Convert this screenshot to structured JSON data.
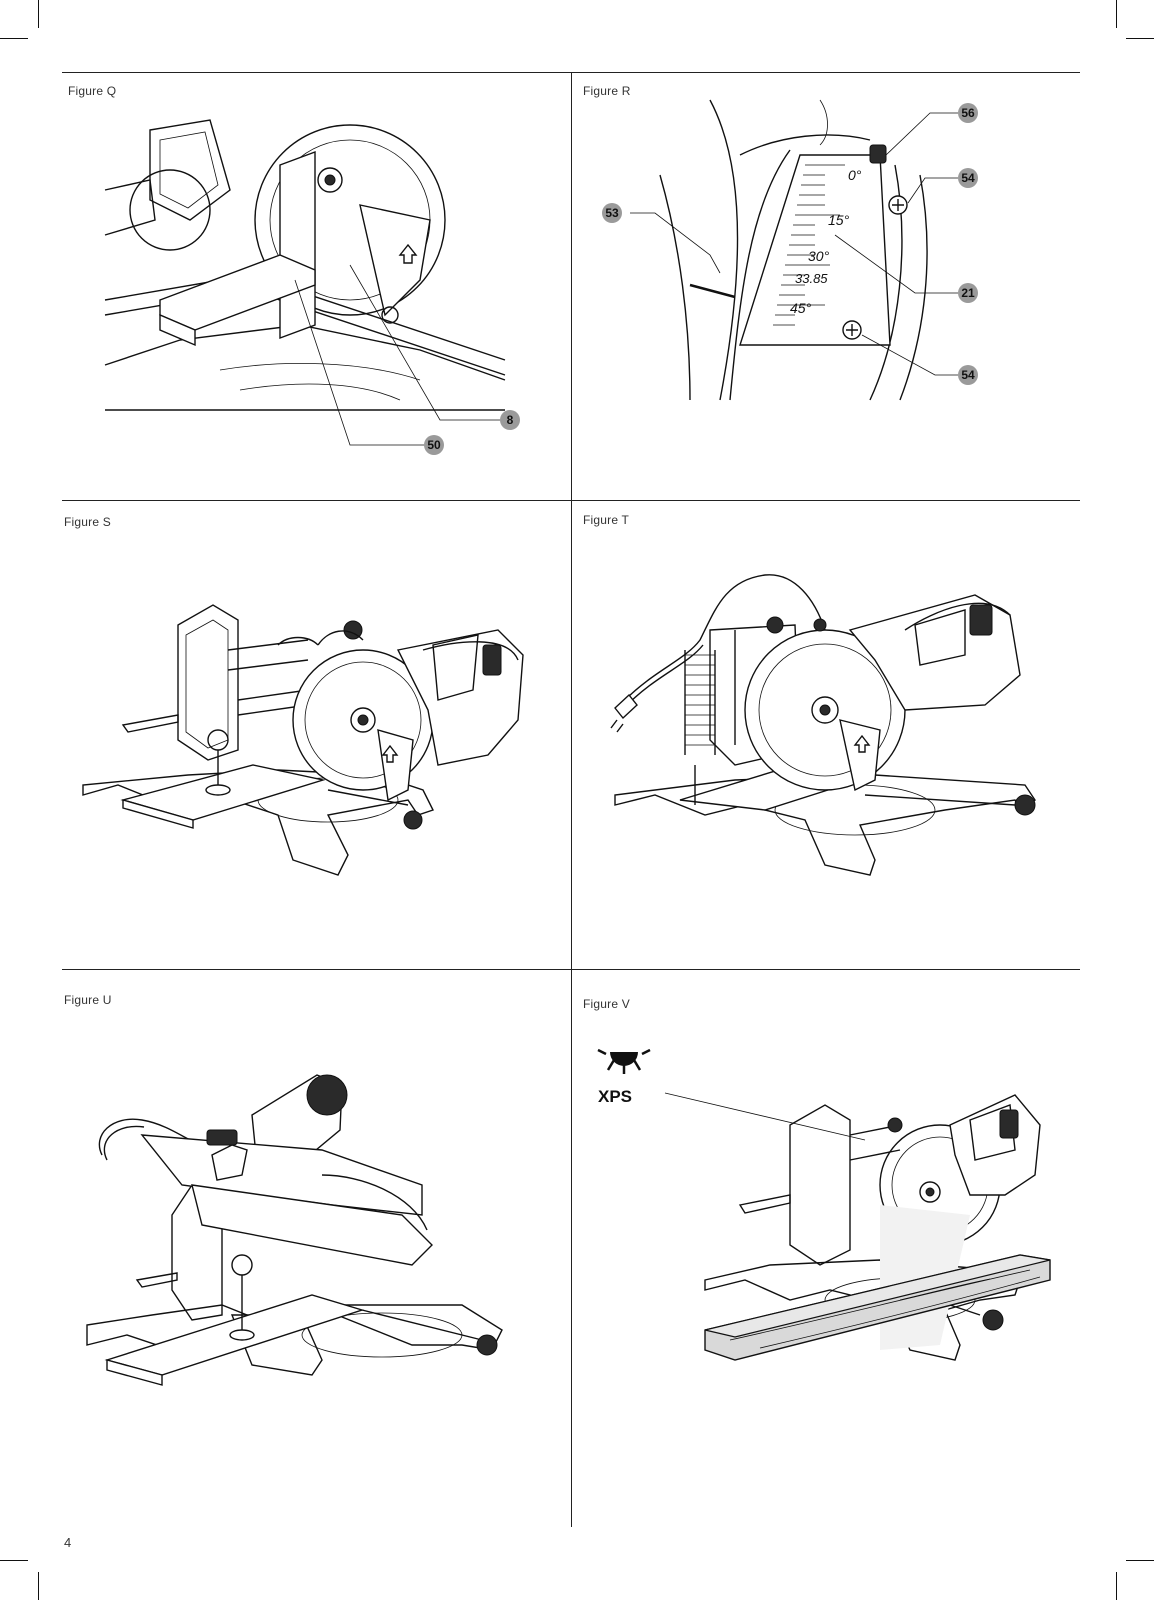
{
  "page_number": "4",
  "figures": {
    "q": {
      "caption": "Figure Q",
      "callouts": [
        "8",
        "50"
      ]
    },
    "r": {
      "caption": "Figure R",
      "callouts": [
        "56",
        "54",
        "53",
        "21",
        "54"
      ],
      "scale_labels": [
        "0°",
        "15°",
        "30°",
        "33.85",
        "45°"
      ]
    },
    "s": {
      "caption": "Figure S"
    },
    "t": {
      "caption": "Figure T"
    },
    "u": {
      "caption": "Figure U"
    },
    "v": {
      "caption": "Figure V",
      "label": "XPS"
    }
  }
}
